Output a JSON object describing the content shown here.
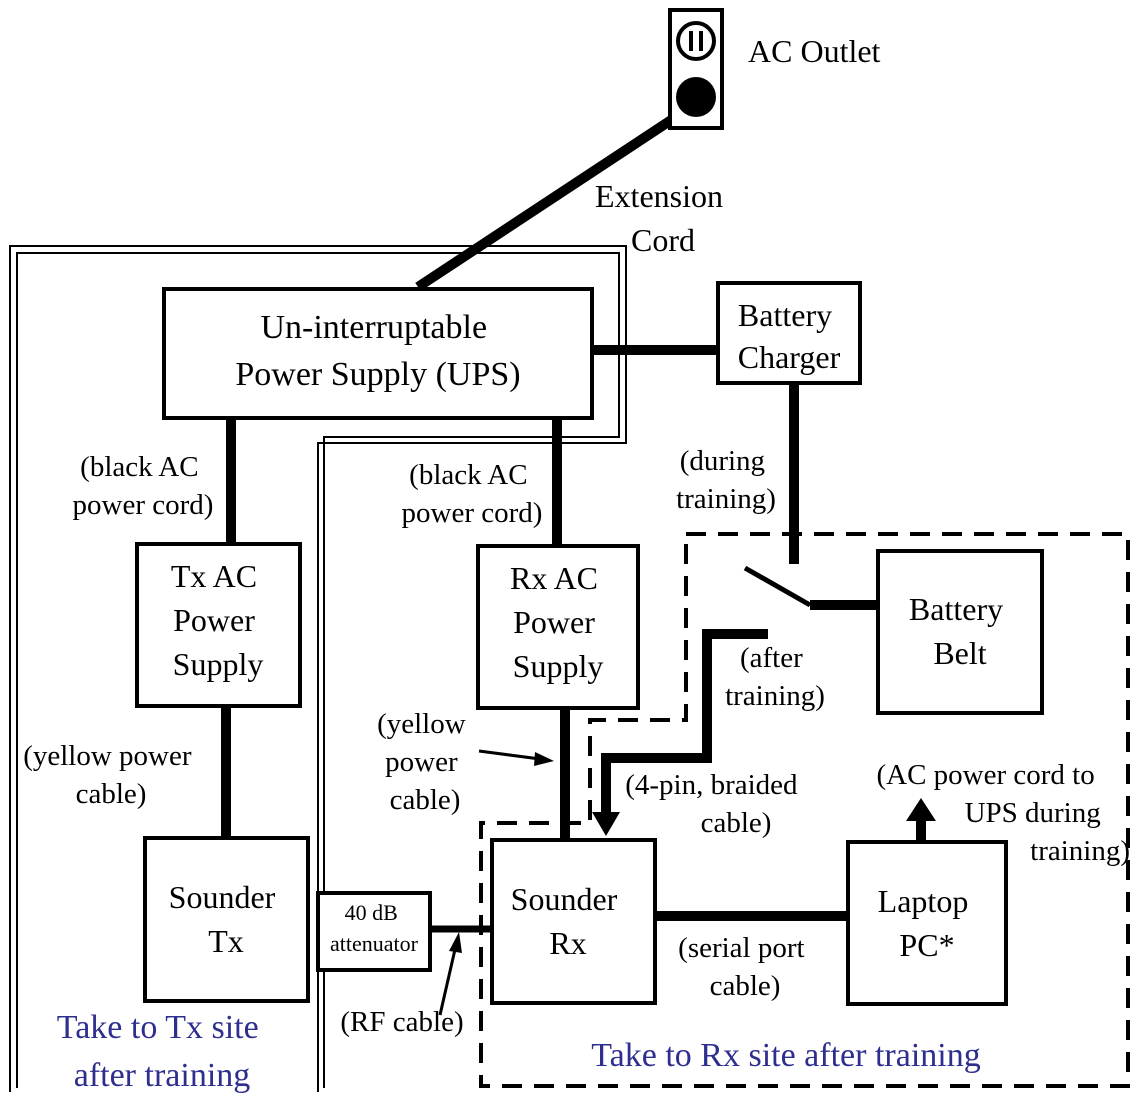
{
  "ac_outlet": {
    "label": "AC Outlet"
  },
  "extension_cord": {
    "line1": "Extension",
    "line2": "Cord"
  },
  "ups": {
    "line1": "Un-interruptable",
    "line2": "Power Supply (UPS)"
  },
  "battery_charger": {
    "line1": "Battery",
    "line2": "Charger"
  },
  "tx_ac_power_supply": {
    "line1": "Tx AC",
    "line2": "Power",
    "line3": "Supply"
  },
  "rx_ac_power_supply": {
    "line1": "Rx AC",
    "line2": "Power",
    "line3": "Supply"
  },
  "battery_belt": {
    "line1": "Battery",
    "line2": "Belt"
  },
  "sounder_tx": {
    "line1": "Sounder",
    "line2": "Tx"
  },
  "sounder_rx": {
    "line1": "Sounder",
    "line2": "Rx"
  },
  "attenuator": {
    "line1": "40 dB",
    "line2": "attenuator"
  },
  "laptop": {
    "line1": "Laptop",
    "line2": "PC*"
  },
  "labels": {
    "tx_black_cord": {
      "line1": "(black AC",
      "line2": "power cord)"
    },
    "rx_black_cord": {
      "line1": "(black AC",
      "line2": "power cord)"
    },
    "during_training": {
      "line1": "(during",
      "line2": "training)"
    },
    "after_training": {
      "line1": "(after",
      "line2": "training)"
    },
    "tx_yellow_cable": {
      "line1": "(yellow power",
      "line2": "cable)"
    },
    "rx_yellow_cable": {
      "line1": "(yellow",
      "line2": "power",
      "line3": "cable)"
    },
    "braided_cable": {
      "line1": "(4-pin, braided",
      "line2": "cable)"
    },
    "ac_cord_to_ups": {
      "line1": "(AC power cord to",
      "line2": "UPS during",
      "line3": "training)"
    },
    "serial_cable": {
      "line1": "(serial port",
      "line2": "cable)"
    },
    "rf_cable": {
      "line1": "(RF cable)"
    }
  },
  "tx_site": {
    "line1": "Take to Tx site",
    "line2": "after training",
    "color": "#2e2e8f"
  },
  "rx_site": {
    "label": "Take to Rx site after training",
    "color": "#2e2e8f"
  }
}
